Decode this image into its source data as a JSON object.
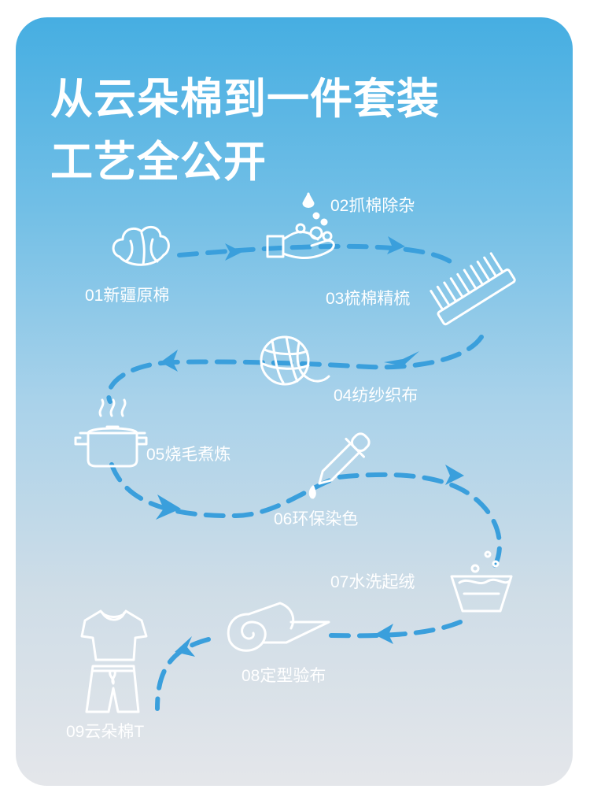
{
  "title": {
    "line1": "从云朵棉到一件套装",
    "line2": "工艺全公开"
  },
  "steps": [
    {
      "label": "01新疆原棉",
      "icon": "cotton-boll-icon"
    },
    {
      "label": "02抓棉除杂",
      "icon": "hand-wash-icon"
    },
    {
      "label": "03梳棉精梳",
      "icon": "comb-icon"
    },
    {
      "label": "04纺纱织布",
      "icon": "yarn-ball-icon"
    },
    {
      "label": "05烧毛煮炼",
      "icon": "cooking-pot-icon"
    },
    {
      "label": "06环保染色",
      "icon": "dropper-icon"
    },
    {
      "label": "07水洗起绒",
      "icon": "wash-basin-icon"
    },
    {
      "label": "08定型验布",
      "icon": "fabric-roll-icon"
    },
    {
      "label": "09云朵棉T",
      "icon": "tshirt-shorts-icon"
    }
  ],
  "colors": {
    "path": "#3a9fdc",
    "icon": "#ffffff",
    "bg_top": "#46aee2",
    "bg_bottom": "#e4e6ea"
  }
}
